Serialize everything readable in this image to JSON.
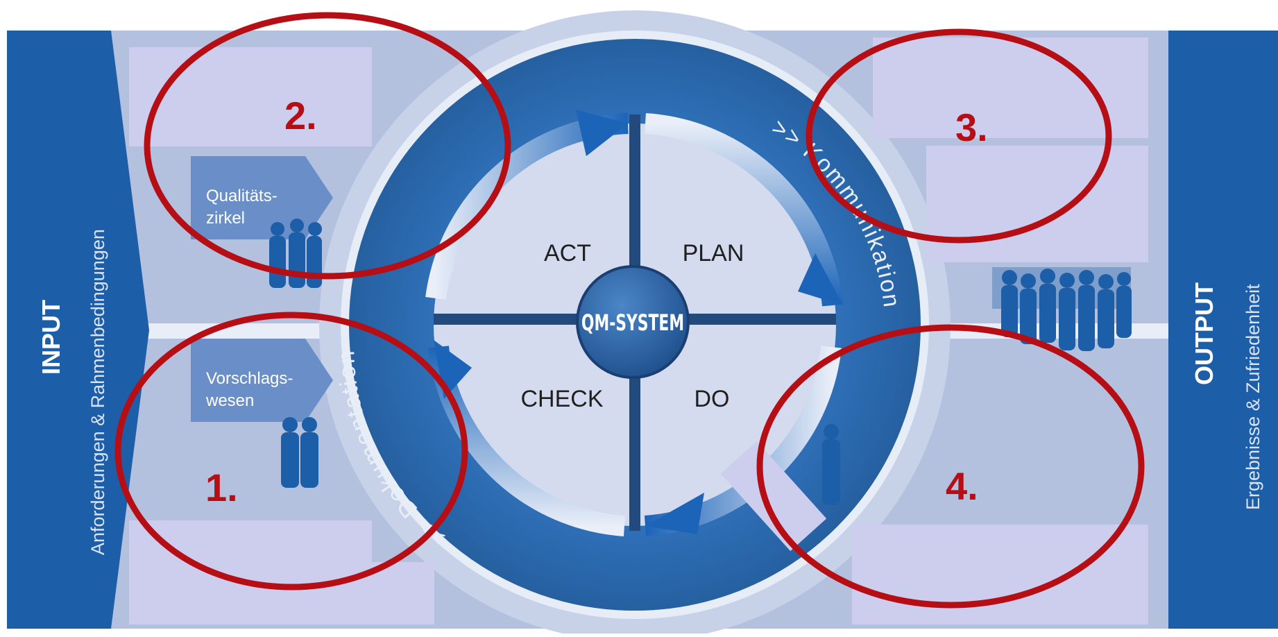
{
  "input_bar": {
    "title": "INPUT",
    "subtitle": "Anforderungen & Rahmenbedingungen"
  },
  "output_bar": {
    "title": "OUTPUT",
    "subtitle": "Ergebnisse & Zufriedenheit"
  },
  "input_tags": {
    "qualitaetszirkel": [
      "Qualitäts-",
      "zirkel"
    ],
    "vorschlagswesen": [
      "Vorschlags-",
      "wesen"
    ]
  },
  "cycle": {
    "center_label": "QM-SYSTEM",
    "quadrants": {
      "act": "ACT",
      "plan": "PLAN",
      "check": "CHECK",
      "do": "DO"
    },
    "ring_left_text": ">> Dokumentation",
    "ring_right_text": ">> Kommunikation"
  },
  "markers": {
    "one": "1.",
    "two": "2.",
    "three": "3.",
    "four": "4."
  },
  "colors": {
    "page_bg": "#ffffff",
    "panel_bg": "#b3c1de",
    "side_bar": "#1d5ea8",
    "ring_dark": "#2a6cb3",
    "ring_outer": "#5d8cc6",
    "quadrant_fill": "#d4dbee",
    "cross_line": "#234a7c",
    "placeholder_box": "#cdcdee",
    "marker_red": "#b50e14",
    "tag_fill": "#6a8fc8",
    "silhouette": "#1d5ea8"
  }
}
